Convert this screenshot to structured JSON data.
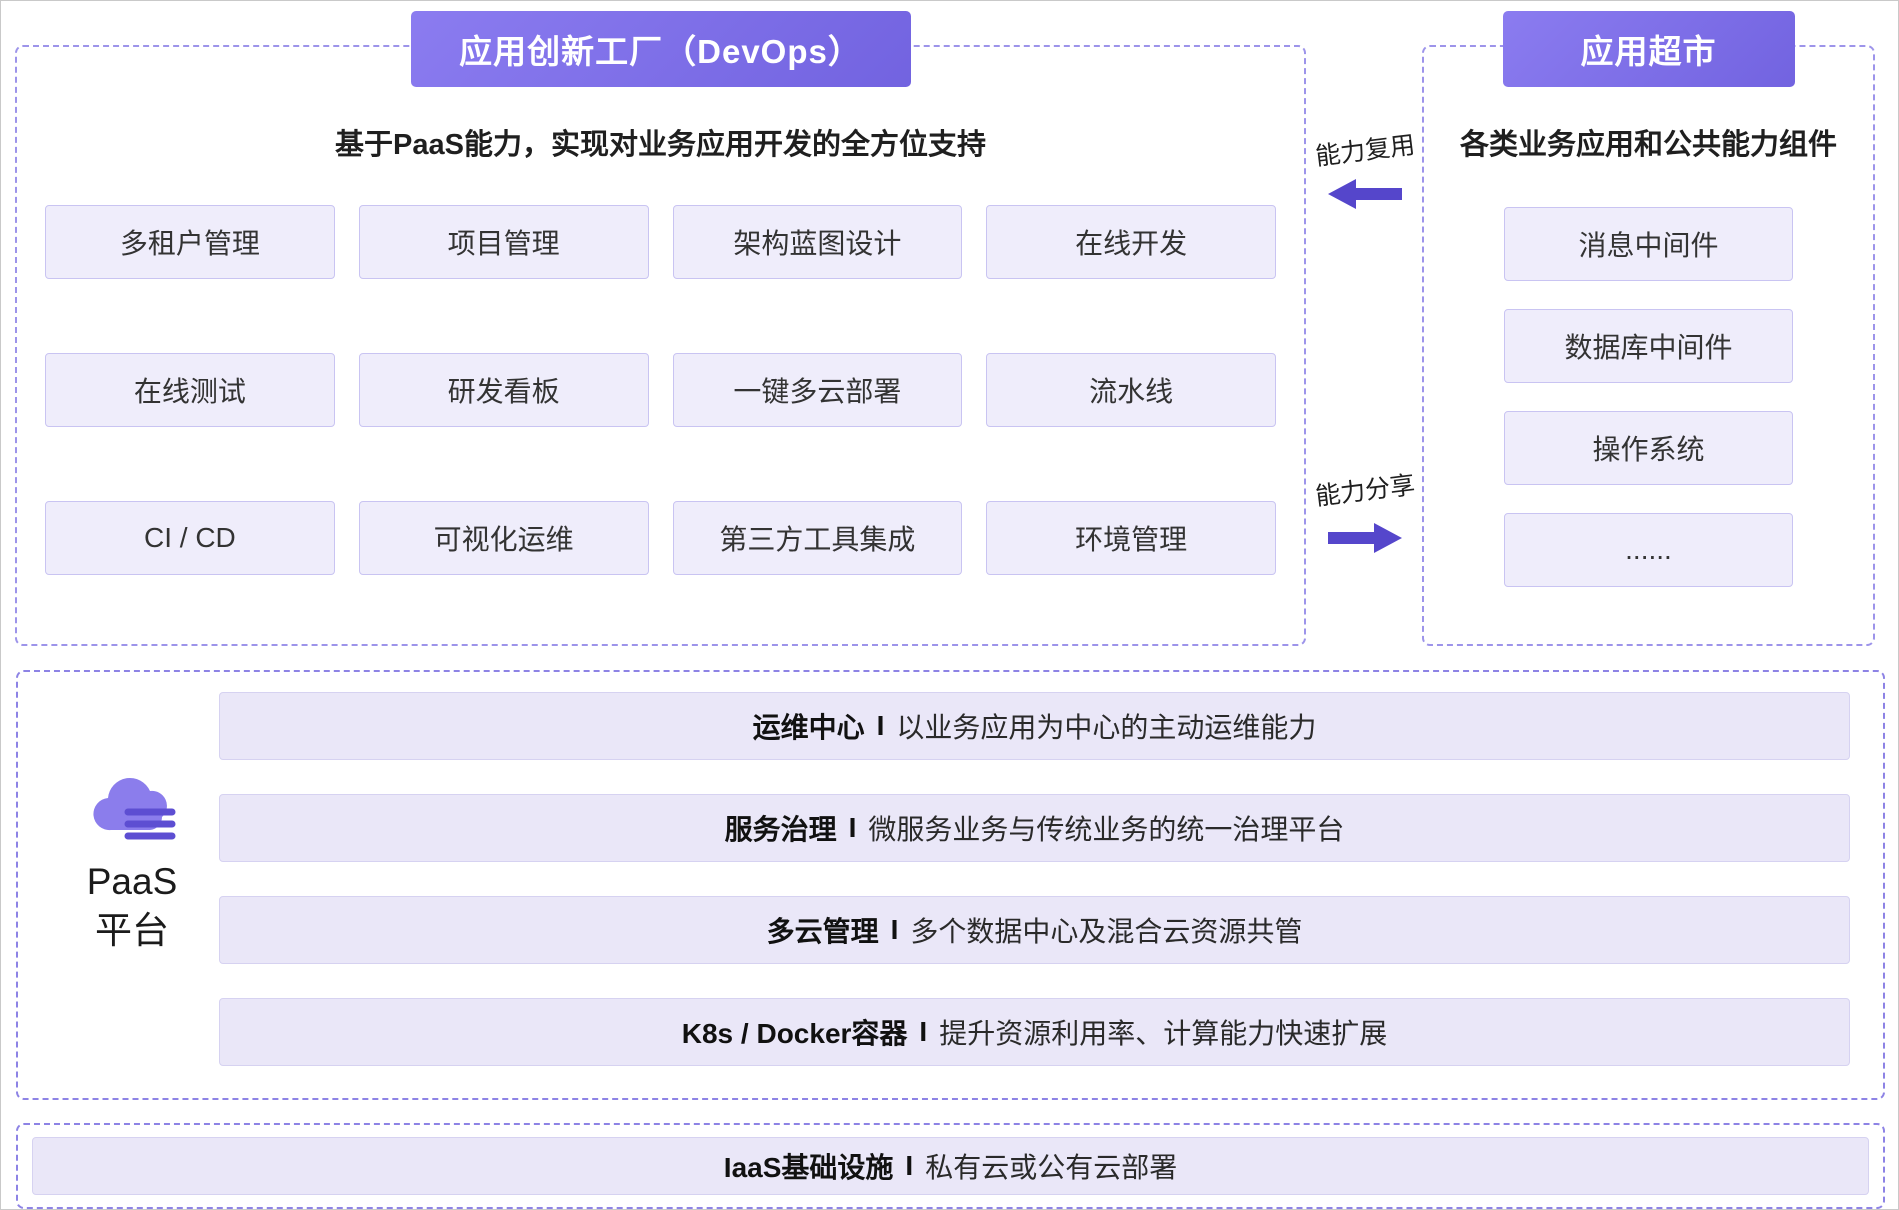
{
  "devops": {
    "title": "应用创新工厂（DevOps）",
    "subtitle": "基于PaaS能力，实现对业务应用开发的全方位支持",
    "cells": [
      [
        "多租户管理",
        "项目管理",
        "架构蓝图设计",
        "在线开发"
      ],
      [
        "在线测试",
        "研发看板",
        "一键多云部署",
        "流水线"
      ],
      [
        "CI / CD",
        "可视化运维",
        "第三方工具集成",
        "环境管理"
      ]
    ]
  },
  "market": {
    "title": "应用超市",
    "subtitle": "各类业务应用和公共能力组件",
    "items": [
      "消息中间件",
      "数据库中间件",
      "操作系统",
      "......"
    ]
  },
  "flows": {
    "reuse_label": "能力复用",
    "share_label": "能力分享"
  },
  "paas": {
    "name_line1": "PaaS",
    "name_line2": "平台",
    "bars": [
      {
        "title": "运维中心",
        "sep": "I",
        "desc": "以业务应用为中心的主动运维能力"
      },
      {
        "title": "服务治理",
        "sep": "I",
        "desc": "微服务业务与传统业务的统一治理平台"
      },
      {
        "title": "多云管理",
        "sep": "I",
        "desc": "多个数据中心及混合云资源共管"
      },
      {
        "title": "K8s / Docker容器",
        "sep": "I",
        "desc": "提升资源利用率、计算能力快速扩展"
      }
    ]
  },
  "iaas": {
    "title": "IaaS基础设施",
    "sep": "I",
    "desc": "私有云或公有云部署"
  },
  "colors": {
    "banner": "#7d6ee4",
    "dashed_border": "#9d94ea",
    "cell_fill": "#efedfb",
    "cell_border": "#c9c4f2",
    "bar_fill": "#eae7f8",
    "arrow": "#5546cb"
  }
}
